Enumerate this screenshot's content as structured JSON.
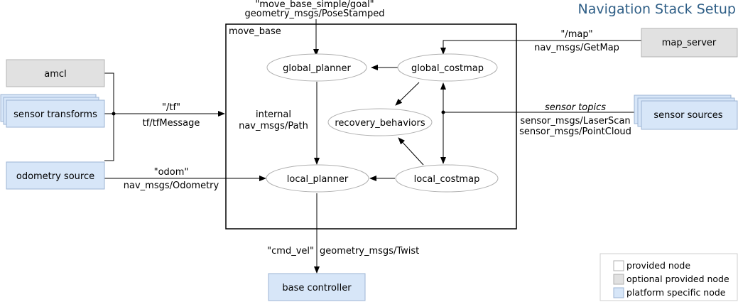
{
  "title": "Navigation Stack Setup",
  "colors": {
    "provided": "#ffffff",
    "optional": "#e1e1e1",
    "platform": "#d7e6f8",
    "title": "#2e5e86"
  },
  "move_base": {
    "label": "move_base",
    "nodes": {
      "global_planner": "global_planner",
      "global_costmap": "global_costmap",
      "recovery_behaviors": "recovery_behaviors",
      "local_planner": "local_planner",
      "local_costmap": "local_costmap"
    },
    "internal": [
      "internal",
      "nav_msgs/Path"
    ]
  },
  "external_nodes": {
    "amcl": "amcl",
    "sensor_transforms": "sensor transforms",
    "odometry_source": "odometry source",
    "map_server": "map_server",
    "sensor_sources": "sensor sources",
    "base_controller": "base controller"
  },
  "topics": {
    "goal": [
      "\"move_base_simple/goal\"",
      "geometry_msgs/PoseStamped"
    ],
    "map": [
      "\"/map\"",
      "nav_msgs/GetMap"
    ],
    "tf": [
      "\"/tf\"",
      "tf/tfMessage"
    ],
    "odom": [
      "\"odom\"",
      "nav_msgs/Odometry"
    ],
    "sensor": [
      "sensor topics",
      "sensor_msgs/LaserScan",
      "sensor_msgs/PointCloud"
    ],
    "cmd_vel": [
      "\"cmd_vel\"",
      "geometry_msgs/Twist"
    ]
  },
  "legend": [
    {
      "label": "provided node",
      "color": "#ffffff"
    },
    {
      "label": "optional provided node",
      "color": "#e1e1e1"
    },
    {
      "label": "platform specific node",
      "color": "#d7e6f8"
    }
  ]
}
